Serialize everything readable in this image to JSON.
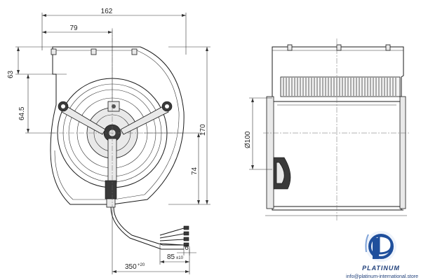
{
  "dimensions": {
    "overall_width": "162",
    "inlet_offset_x": "79",
    "outlet_height_top": "63",
    "outlet_offset": "64.5",
    "overall_height": "170",
    "axis_height": "74",
    "diameter_label": "Ø100",
    "cable_length": "350",
    "cable_length_tol": "+20",
    "strip_length": "85",
    "strip_length_tol": "±10",
    "wire_strip": "6"
  },
  "branding": {
    "logo_name": "PLATINUM",
    "website": "info@platinum-international.store",
    "accent_color": "#1f4f9c"
  }
}
